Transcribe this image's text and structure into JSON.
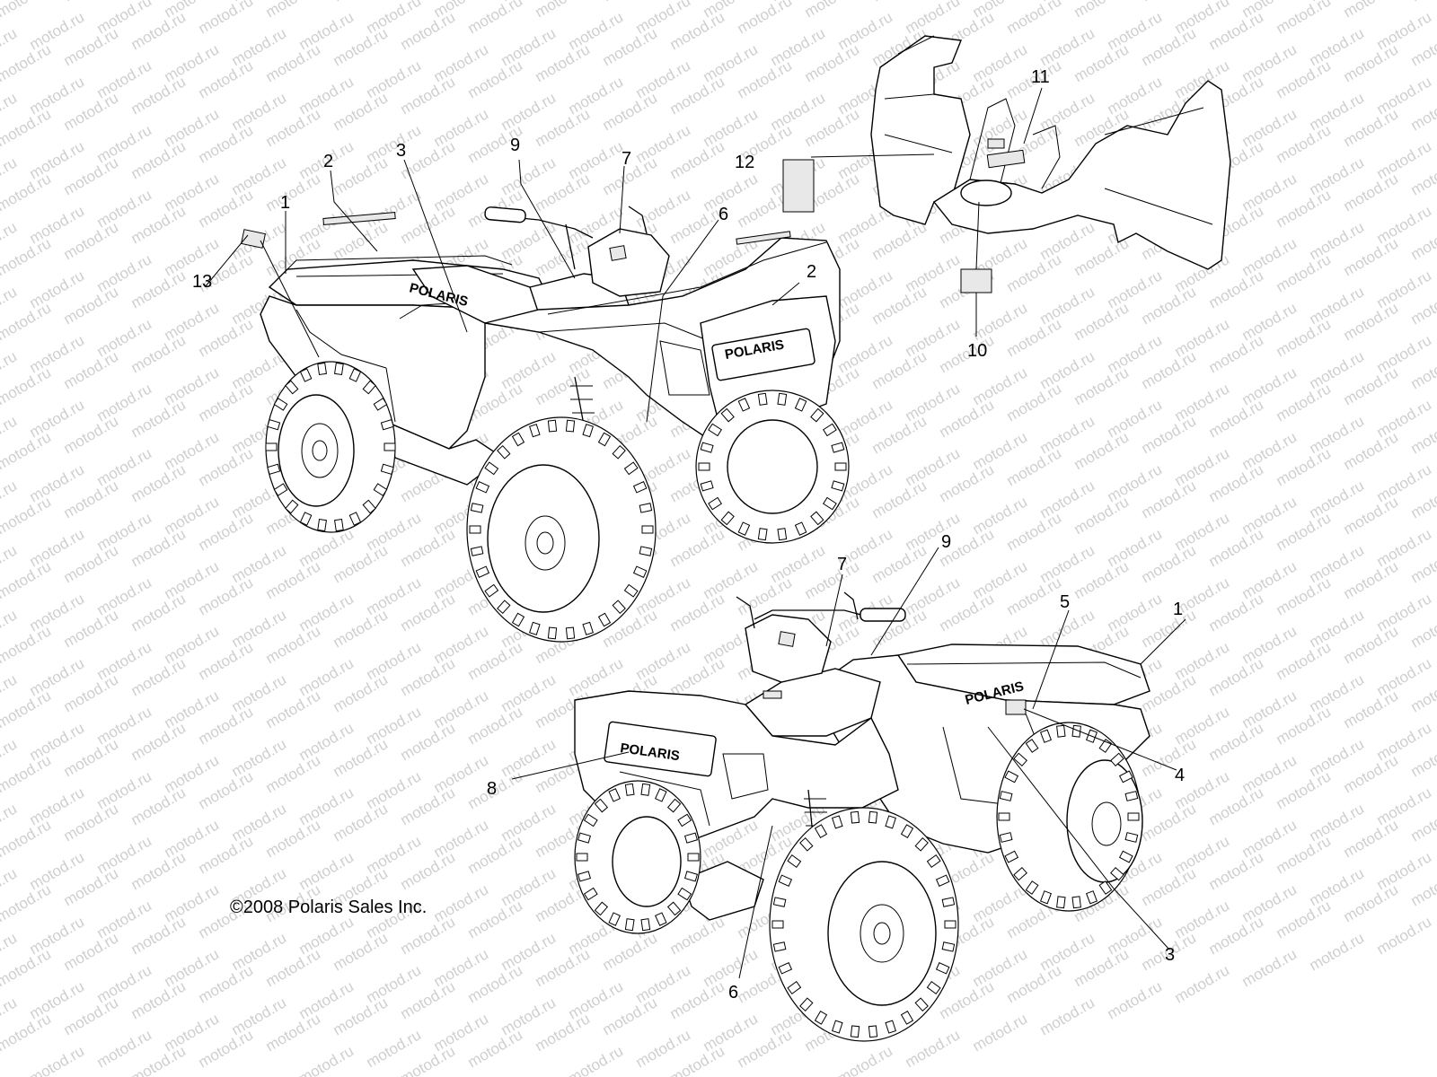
{
  "watermark": "motod.ru",
  "copyright": "©2008 Polaris Sales Inc.",
  "brand_text": "POLARIS",
  "brand_text_small": "POLARIS",
  "top_vehicle_callouts": [
    "1",
    "2",
    "3",
    "9",
    "7",
    "6",
    "2",
    "13"
  ],
  "top_right_panel_callouts": [
    "12",
    "11",
    "10"
  ],
  "bottom_vehicle_callouts": [
    "7",
    "9",
    "5",
    "1",
    "4",
    "8",
    "3",
    "6"
  ]
}
